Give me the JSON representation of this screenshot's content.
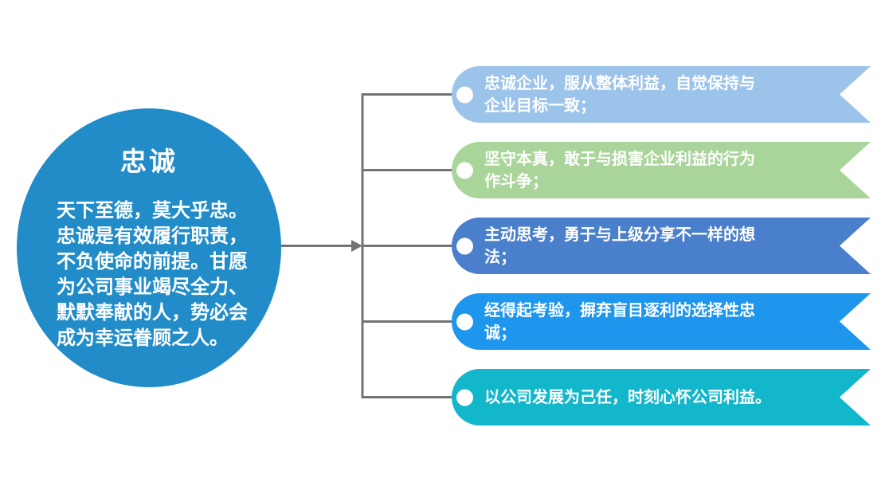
{
  "slide": {
    "background": "#ffffff",
    "connector_color": "#737373"
  },
  "circle": {
    "title": "忠诚",
    "color": "#218CC8",
    "lines": {
      "0": "天下至德，莫大乎忠。",
      "1": "忠诚是有效履行职责，",
      "2": "不负使命的前提。甘愿",
      "3": "为公司事业竭尽全力、",
      "4": "默默奉献的人，势必会",
      "5": "成为幸运眷顾之人。"
    }
  },
  "banners": {
    "0": {
      "color": "#9CC3EA",
      "lines": {
        "0": "忠诚企业，服从整体利益，自觉保持与",
        "1": "企业目标一致；"
      }
    },
    "1": {
      "color": "#A9D59A",
      "lines": {
        "0": "坚守本真，敢于与损害企业利益的行为",
        "1": "作斗争；"
      }
    },
    "2": {
      "color": "#4A7FCB",
      "lines": {
        "0": "主动思考，勇于与上级分享不一样的想",
        "1": "法；"
      }
    },
    "3": {
      "color": "#1E96EE",
      "lines": {
        "0": "经得起考验，摒弃盲目逐利的选择性忠",
        "1": "诚；"
      }
    },
    "4": {
      "color": "#12B7CB",
      "lines": {
        "0": "以公司发展为己任，时刻心怀公司利益。"
      }
    }
  }
}
